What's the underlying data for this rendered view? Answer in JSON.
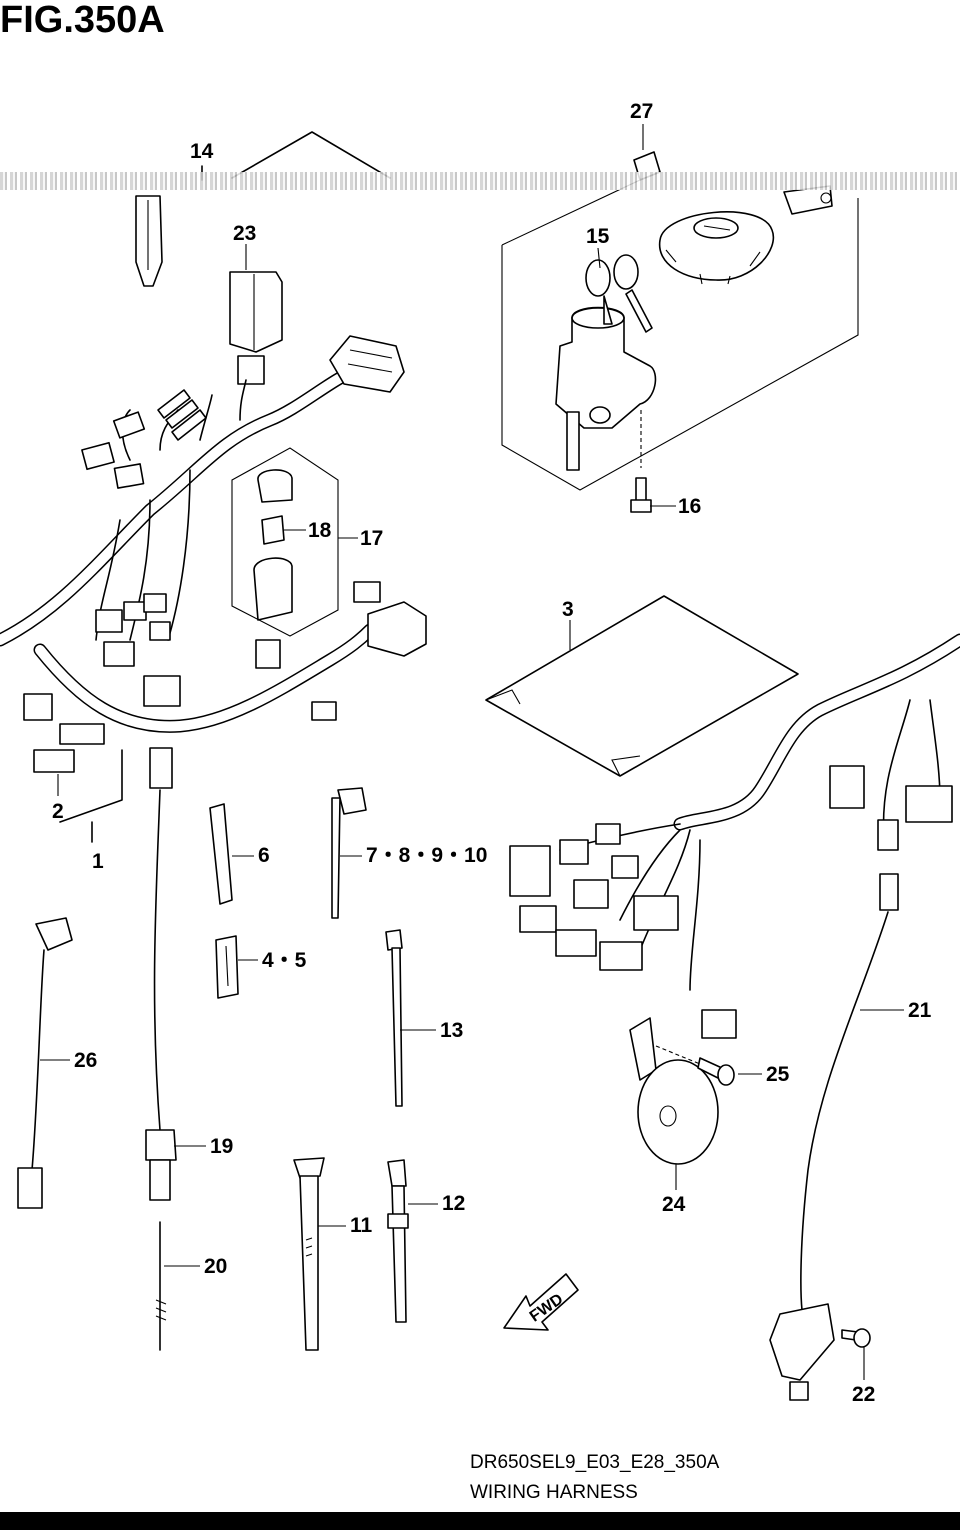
{
  "figure": {
    "title": "FIG.350A",
    "code": "DR650SEL9_E03_E28_350A",
    "name": "WIRING HARNESS"
  },
  "callouts": {
    "c1": "1",
    "c2": "2",
    "c3": "3",
    "c45": "4・5",
    "c6": "6",
    "c78910": "7・8・9・10",
    "c11": "11",
    "c12": "12",
    "c13": "13",
    "c14": "14",
    "c15": "15",
    "c16": "16",
    "c17": "17",
    "c18": "18",
    "c19": "19",
    "c20": "20",
    "c21": "21",
    "c22": "22",
    "c23": "23",
    "c24": "24",
    "c25": "25",
    "c26": "26",
    "c27": "27"
  },
  "arrow": {
    "label": "FWD"
  }
}
